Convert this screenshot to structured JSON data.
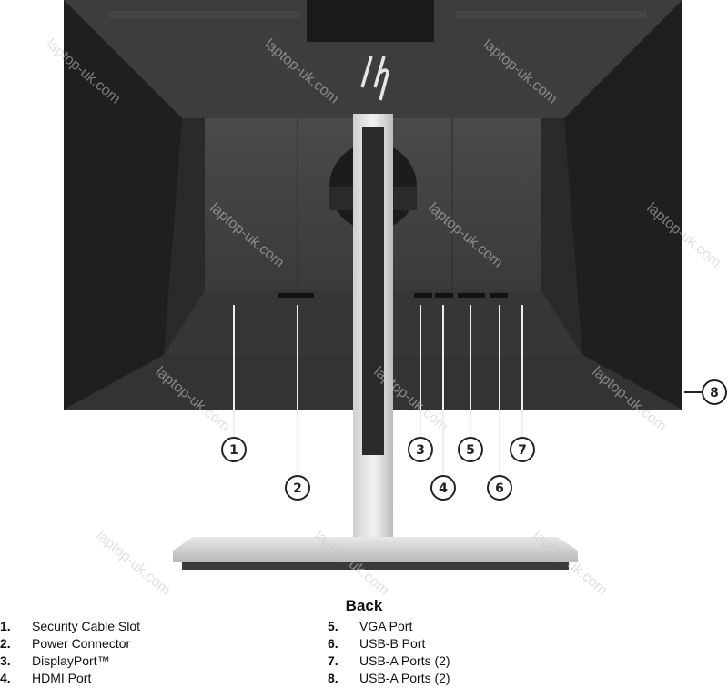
{
  "title": "Back",
  "brand_logo": "hp",
  "watermark": "laptop-uk.com",
  "callouts": [
    {
      "num": "1",
      "label": "Security Cable Slot"
    },
    {
      "num": "2",
      "label": "Power Connector"
    },
    {
      "num": "3",
      "label": "DisplayPort™"
    },
    {
      "num": "4",
      "label": "HDMI Port"
    },
    {
      "num": "5",
      "label": "VGA Port"
    },
    {
      "num": "6",
      "label": "USB-B Port"
    },
    {
      "num": "7",
      "label": "USB-A Ports (2)"
    },
    {
      "num": "8",
      "label": "USB-A Ports (2)"
    }
  ],
  "legend_numbers": [
    "1.",
    "2.",
    "3.",
    "4.",
    "5.",
    "6.",
    "7.",
    "8."
  ]
}
